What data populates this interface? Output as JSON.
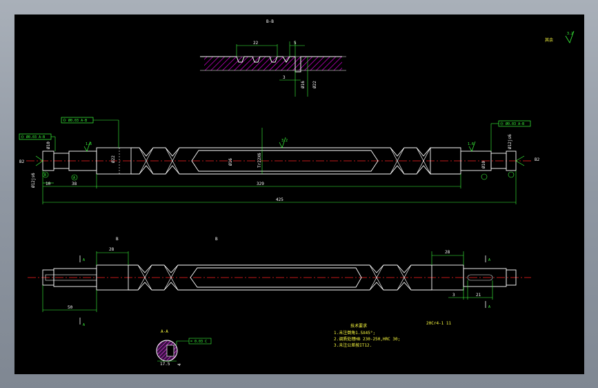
{
  "colors": {
    "background": "#000000",
    "outline": "#ffffff",
    "dimension": "#3cff3c",
    "centerline": "#ff2020",
    "hatch": "#ff00ff",
    "note": "#ffff40",
    "frame": "#a0a8b2"
  },
  "section_bb": {
    "title": "B-B",
    "width": "22",
    "gap": "5",
    "depth": "3",
    "dia_inner": "Ø16",
    "dia_outer": "Ø22"
  },
  "roughness_top": {
    "label": "其余",
    "value": "3.2"
  },
  "front_view": {
    "fcf_left": "Ⓞ Ø0.03 A-B",
    "fcf_mid": "Ⓞ Ø0.03 A-B",
    "fcf_right": "Ⓞ Ø0.03 A-B",
    "rough_left": "1.6",
    "rough_mid": "3.2",
    "rough_right": "1.6",
    "dim_left_end": "B2",
    "dim_right_end": "B2",
    "dia_left_bearing": "Ø12js6",
    "dia_left_small": "Ø10",
    "dia_body": "Ø22",
    "dia_groove": "Ø16",
    "thread": "Tr22X6",
    "dia_right_bearing": "Ø12js6",
    "dia_right_small": "Ø10",
    "len_10": "10",
    "len_38": "38",
    "len_329": "329",
    "len_425": "425",
    "datum_a": "A",
    "datum_b": "B"
  },
  "lower_view": {
    "label_b": "B",
    "label_b2": "B",
    "len_28_left": "28",
    "len_28_right": "28",
    "len_50": "50",
    "len_3": "3",
    "len_21": "21",
    "section_mark": "A"
  },
  "section_aa": {
    "title": "A-A",
    "fcf": "= 0.03 C",
    "width": "4",
    "depth": "17.5"
  },
  "notes": {
    "title": "技术要求",
    "items": [
      "1.未注倒角1.5X45°;",
      "2.调质处理HB 230-250,HRC 30;",
      "3.未注公差按IT12."
    ]
  },
  "part_code": "20Cr4-1 11"
}
